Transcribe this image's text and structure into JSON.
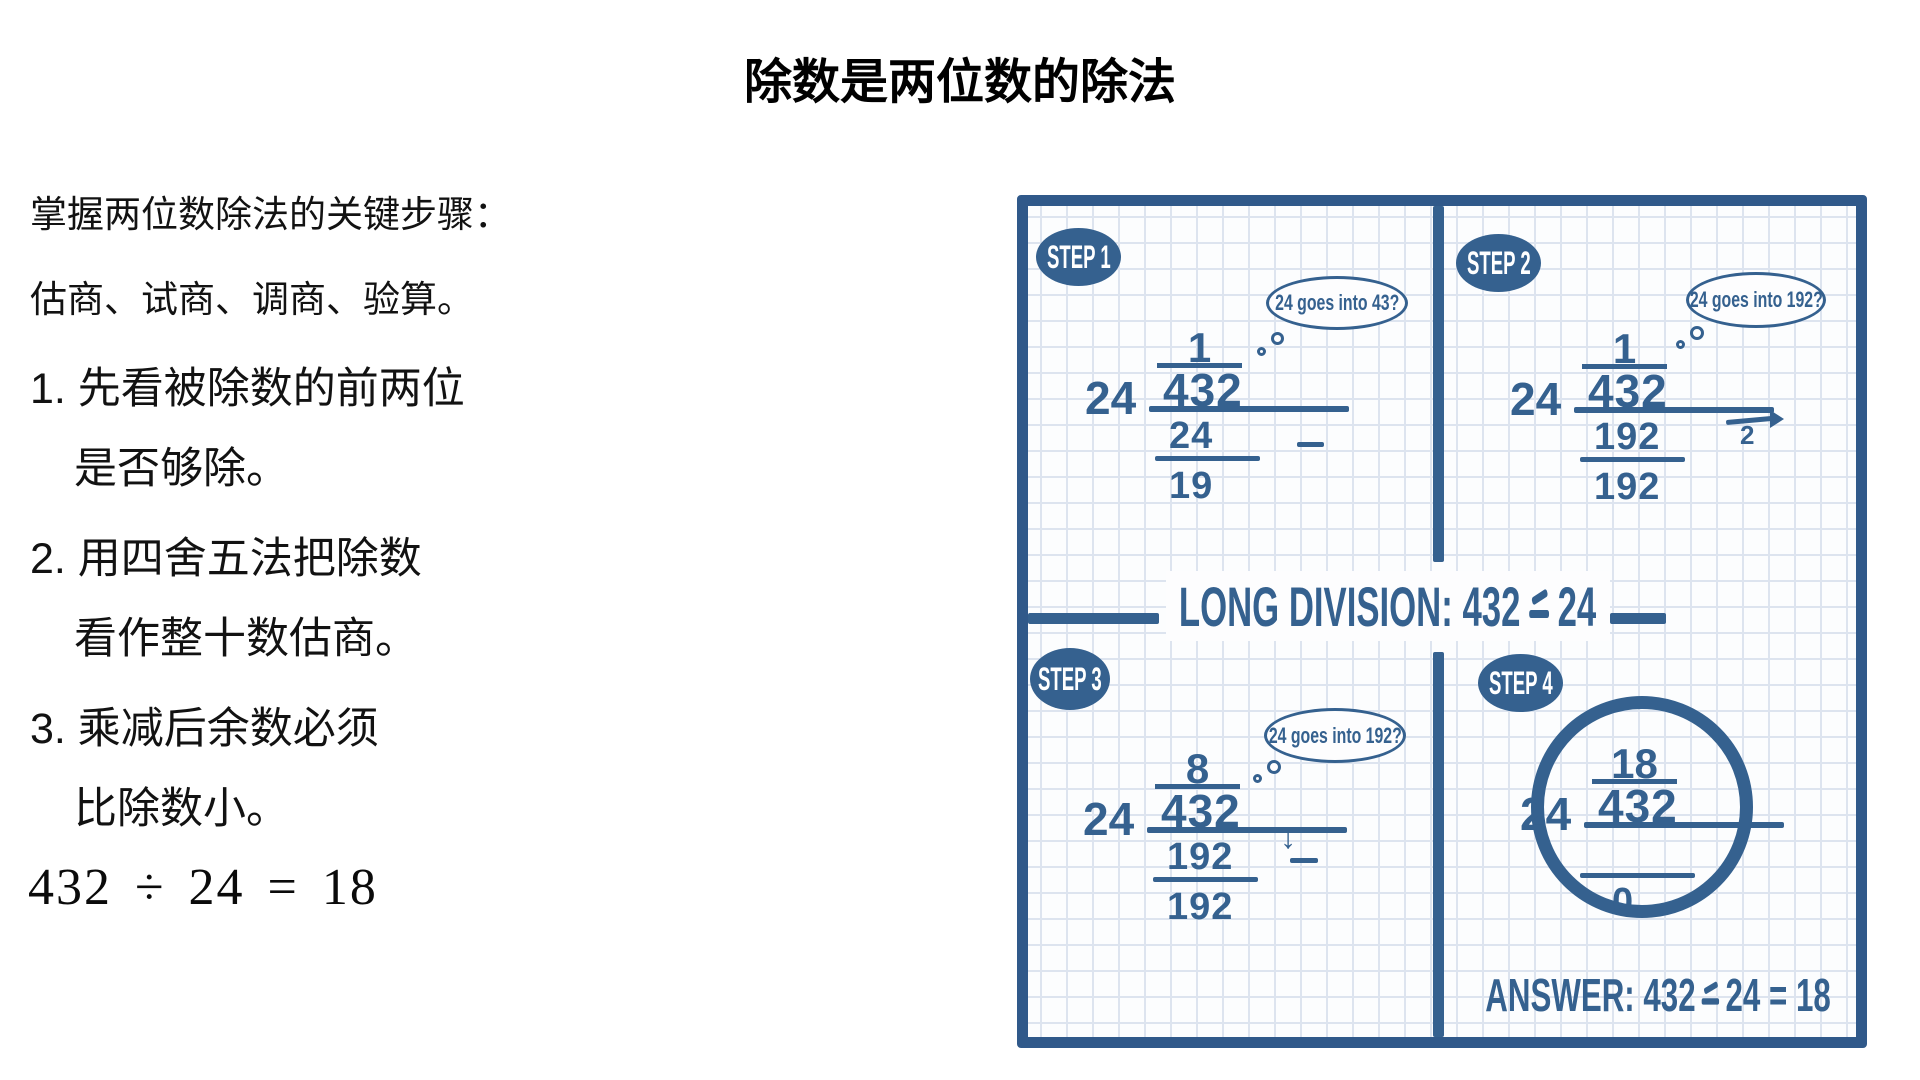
{
  "page": {
    "title": "除数是两位数的除法"
  },
  "notes": {
    "intro_line1": "掌握两位数除法的关键步骤：",
    "intro_line2": "估商、试商、调商、验算。",
    "items": [
      {
        "line1": "1. 先看被除数的前两位",
        "line2": "是否够除。"
      },
      {
        "line1": "2. 用四舍五法把除数",
        "line2": "看作整十数估商。"
      },
      {
        "line1": "3. 乘减后余数必须",
        "line2": "比除数小。"
      }
    ],
    "equation": "432 ÷ 24 = 18"
  },
  "diagram": {
    "banner": {
      "prefix": "LONG DIVISION: 432",
      "divide_symbol": "÷",
      "suffix": "24"
    },
    "answer": {
      "prefix": "ANSWER: 432",
      "divide_symbol": "÷",
      "suffix": "24 = 18"
    },
    "icons": {
      "down_arrow": "↓"
    },
    "colors": {
      "blue": "#35618F",
      "grid": "#DDE4EF",
      "paper": "#FCFDFE"
    },
    "steps": [
      {
        "label": "STEP 1",
        "bubble": "24 goes into 43?",
        "quotient": "1",
        "divisor": "24",
        "dividend": "432",
        "subtrahend": "24",
        "result": "19"
      },
      {
        "label": "STEP 2",
        "bubble": "24 goes into 192?",
        "quotient": "1",
        "divisor": "24",
        "dividend": "432",
        "subtrahend": "192",
        "result": "192",
        "bring_down_digit": "2"
      },
      {
        "label": "STEP 3",
        "bubble": "24 goes into 192?",
        "quotient": "8",
        "divisor": "24",
        "dividend": "432",
        "subtrahend": "192",
        "result": "192"
      },
      {
        "label": "STEP 4",
        "quotient": "18",
        "divisor": "24",
        "dividend": "432",
        "result": "0"
      }
    ]
  }
}
